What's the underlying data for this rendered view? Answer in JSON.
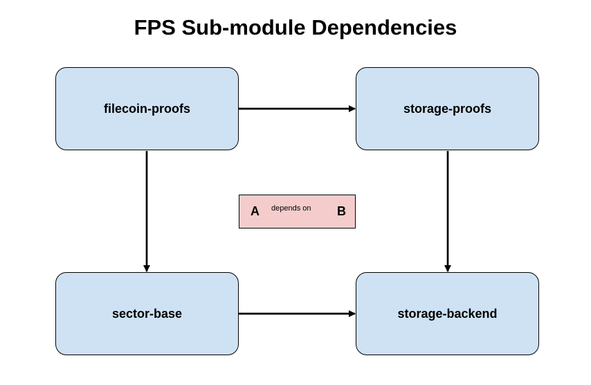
{
  "title": {
    "bold_part": "FPS",
    "rest": " Sub-module Dependencies"
  },
  "nodes": {
    "filecoin_proofs": "filecoin-proofs",
    "storage_proofs": "storage-proofs",
    "sector_base": "sector-base",
    "storage_backend": "storage-backend"
  },
  "edges": [
    {
      "from": "filecoin-proofs",
      "to": "storage-proofs"
    },
    {
      "from": "filecoin-proofs",
      "to": "sector-base"
    },
    {
      "from": "storage-proofs",
      "to": "storage-backend"
    },
    {
      "from": "sector-base",
      "to": "storage-backend"
    }
  ],
  "legend": {
    "from_label": "A",
    "relation_label": "depends on",
    "to_label": "B"
  },
  "colors": {
    "node_fill": "#cfe2f3",
    "legend_fill": "#f4cccc",
    "line": "#000000"
  }
}
